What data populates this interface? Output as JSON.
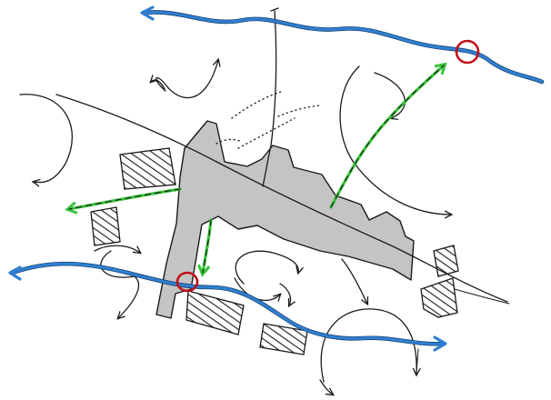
{
  "colors": {
    "background": "#ffffff",
    "ink": "#1a1a1a",
    "site_fill": "#c4c4c4",
    "river": "#2f7fd0",
    "green_corridor": "#39c23a",
    "node_ring": "#c0101a"
  },
  "elements": {
    "rivers": [
      "north-river",
      "south-river"
    ],
    "green_corridors": [
      "green-arrow-northeast",
      "green-arrow-west",
      "green-arrow-south"
    ],
    "nodes": [
      "node-north-river",
      "node-south-river"
    ],
    "hatched_blocks": 6,
    "flow_arrows": 12
  }
}
